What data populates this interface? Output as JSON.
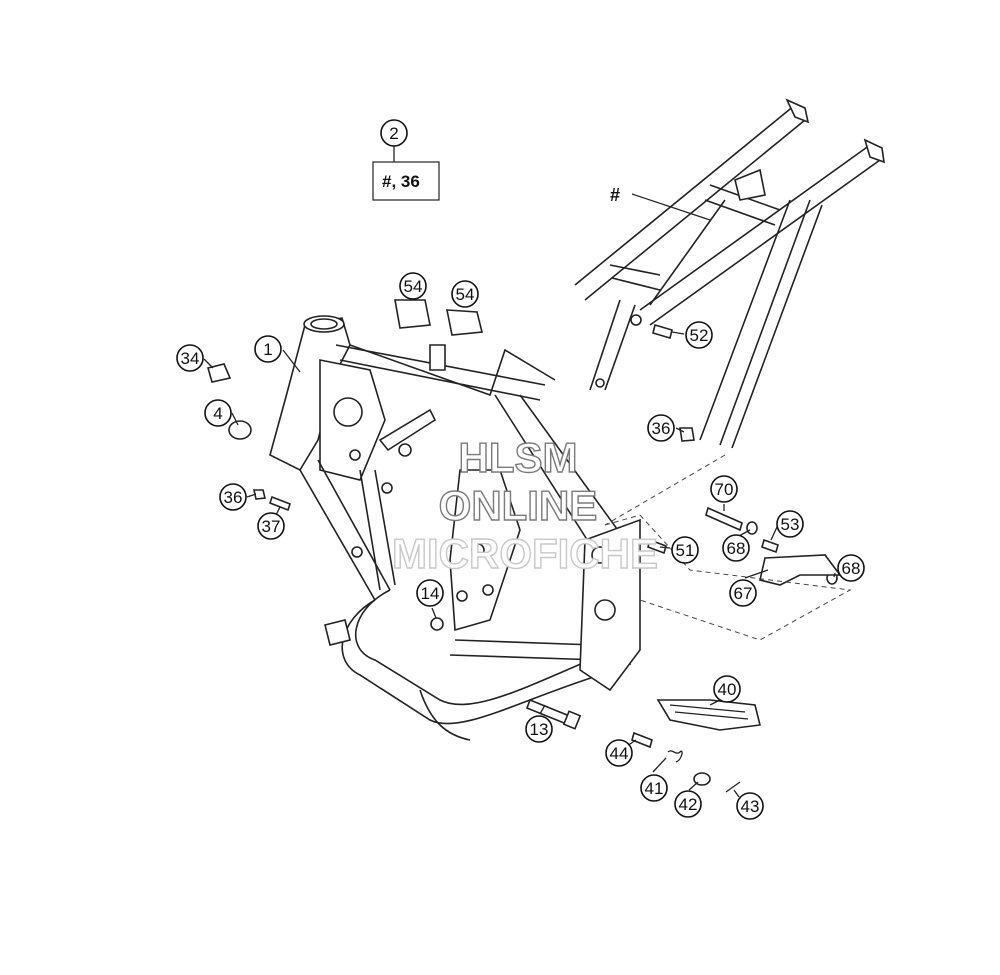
{
  "diagram": {
    "header_box": {
      "callout": "2",
      "text": "#, 36"
    },
    "subframe_label": "#",
    "callouts": [
      "1",
      "4",
      "13",
      "14",
      "34",
      "36",
      "36",
      "37",
      "40",
      "41",
      "42",
      "43",
      "44",
      "51",
      "52",
      "53",
      "54",
      "54",
      "67",
      "68",
      "68",
      "70"
    ]
  },
  "watermark": {
    "line1": "HLSM",
    "line2": "ONLINE",
    "line3": "MICROFICHE"
  }
}
